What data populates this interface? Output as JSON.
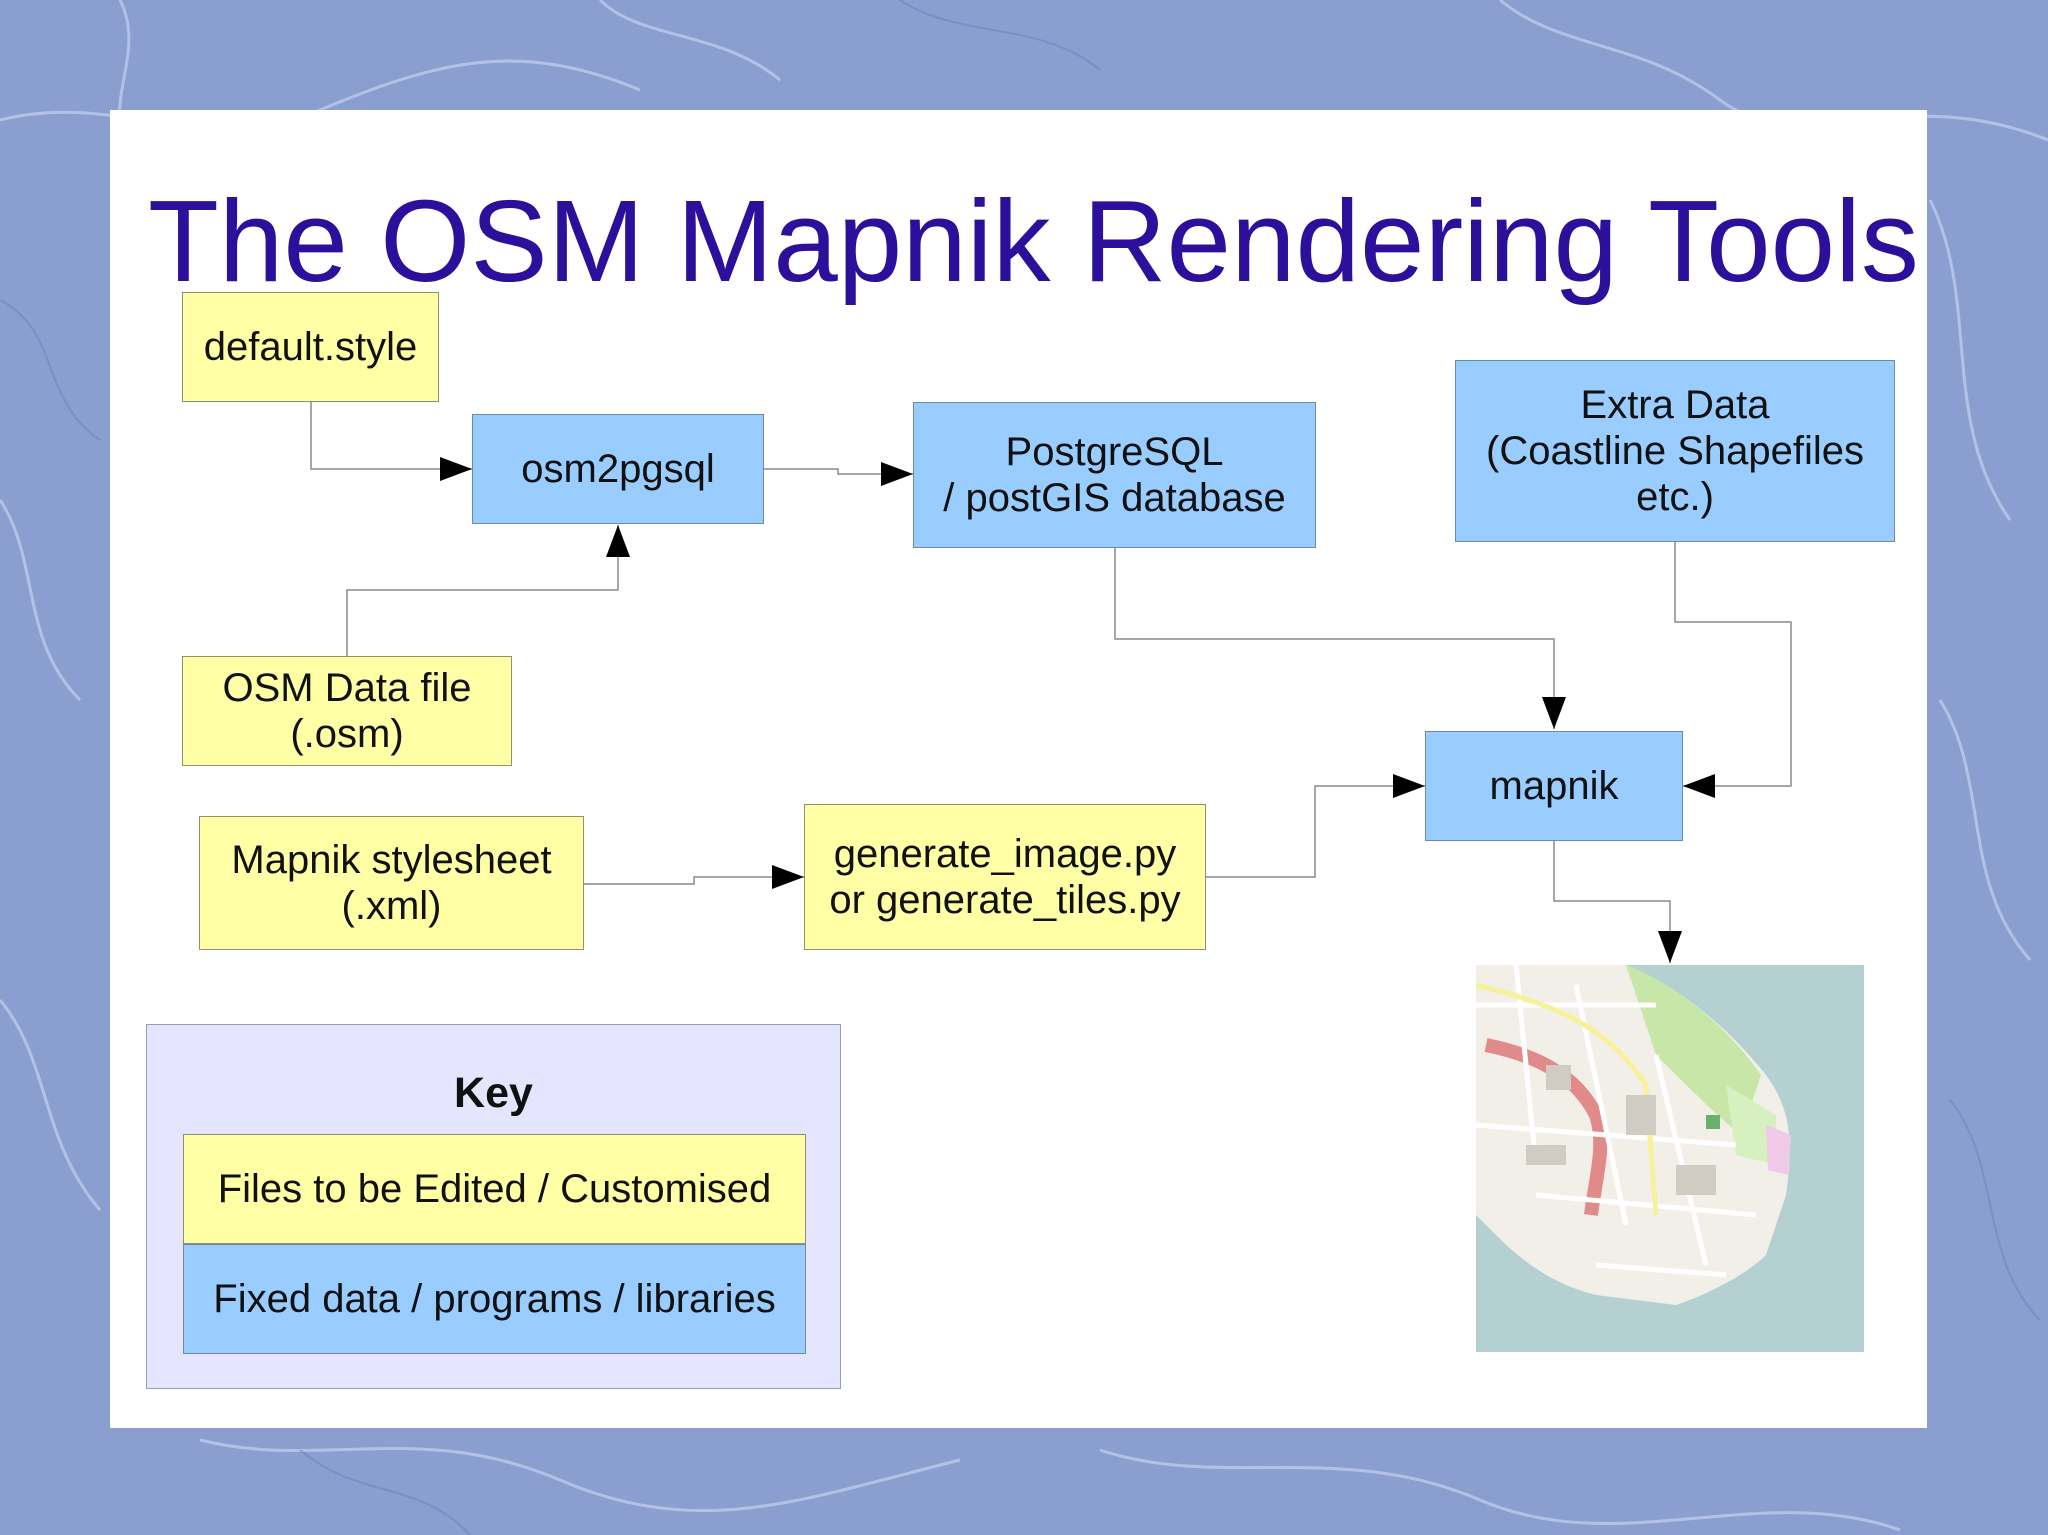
{
  "slide": {
    "title": "The OSM Mapnik Rendering Tools"
  },
  "nodes": {
    "default_style": "default.style",
    "osm2pgsql": "osm2pgsql",
    "postgresql": "PostgreSQL\n / postGIS database",
    "extra_data": "Extra Data\n(Coastline Shapefiles\netc.)",
    "osm_data_file": "OSM Data file\n(.osm)",
    "mapnik_stylesheet": "Mapnik stylesheet\n(.xml)",
    "generate_scripts": "generate_image.py\nor generate_tiles.py",
    "mapnik": "mapnik"
  },
  "key": {
    "title": "Key",
    "editable_label": "Files to be Edited / Customised",
    "fixed_label": "Fixed data / programs / libraries"
  },
  "colors": {
    "title": "#2c0f9a",
    "editable_fill": "#ffffa6",
    "fixed_fill": "#99ccff",
    "key_fill": "#e5e5ff",
    "background": "#8a9fd0"
  },
  "image": {
    "icon": "rendered-map-thumbnail"
  }
}
